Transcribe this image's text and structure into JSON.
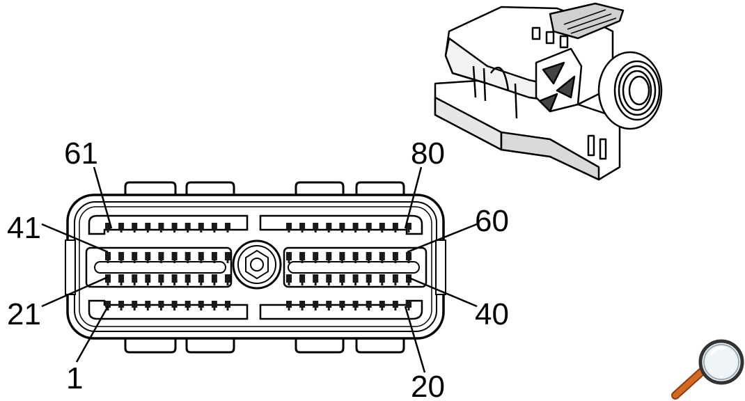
{
  "diagram": {
    "pin_labels": {
      "p61": "61",
      "p80": "80",
      "p41": "41",
      "p60": "60",
      "p21": "21",
      "p40": "40",
      "p1": "1",
      "p20": "20"
    },
    "rows": {
      "top_row_pins": 20,
      "upper_mid_pins": 20,
      "lower_mid_pins": 20,
      "bottom_row_pins": 20
    }
  },
  "controls": {
    "zoom_icon": "magnifier-icon"
  },
  "colors": {
    "line": "#000000",
    "pin_fill": "#1a1a1a",
    "body_fill": "#ffffff",
    "shade": "#cccccc",
    "magnifier_handle": "#d2691e",
    "magnifier_glass": "#eef4f8"
  }
}
